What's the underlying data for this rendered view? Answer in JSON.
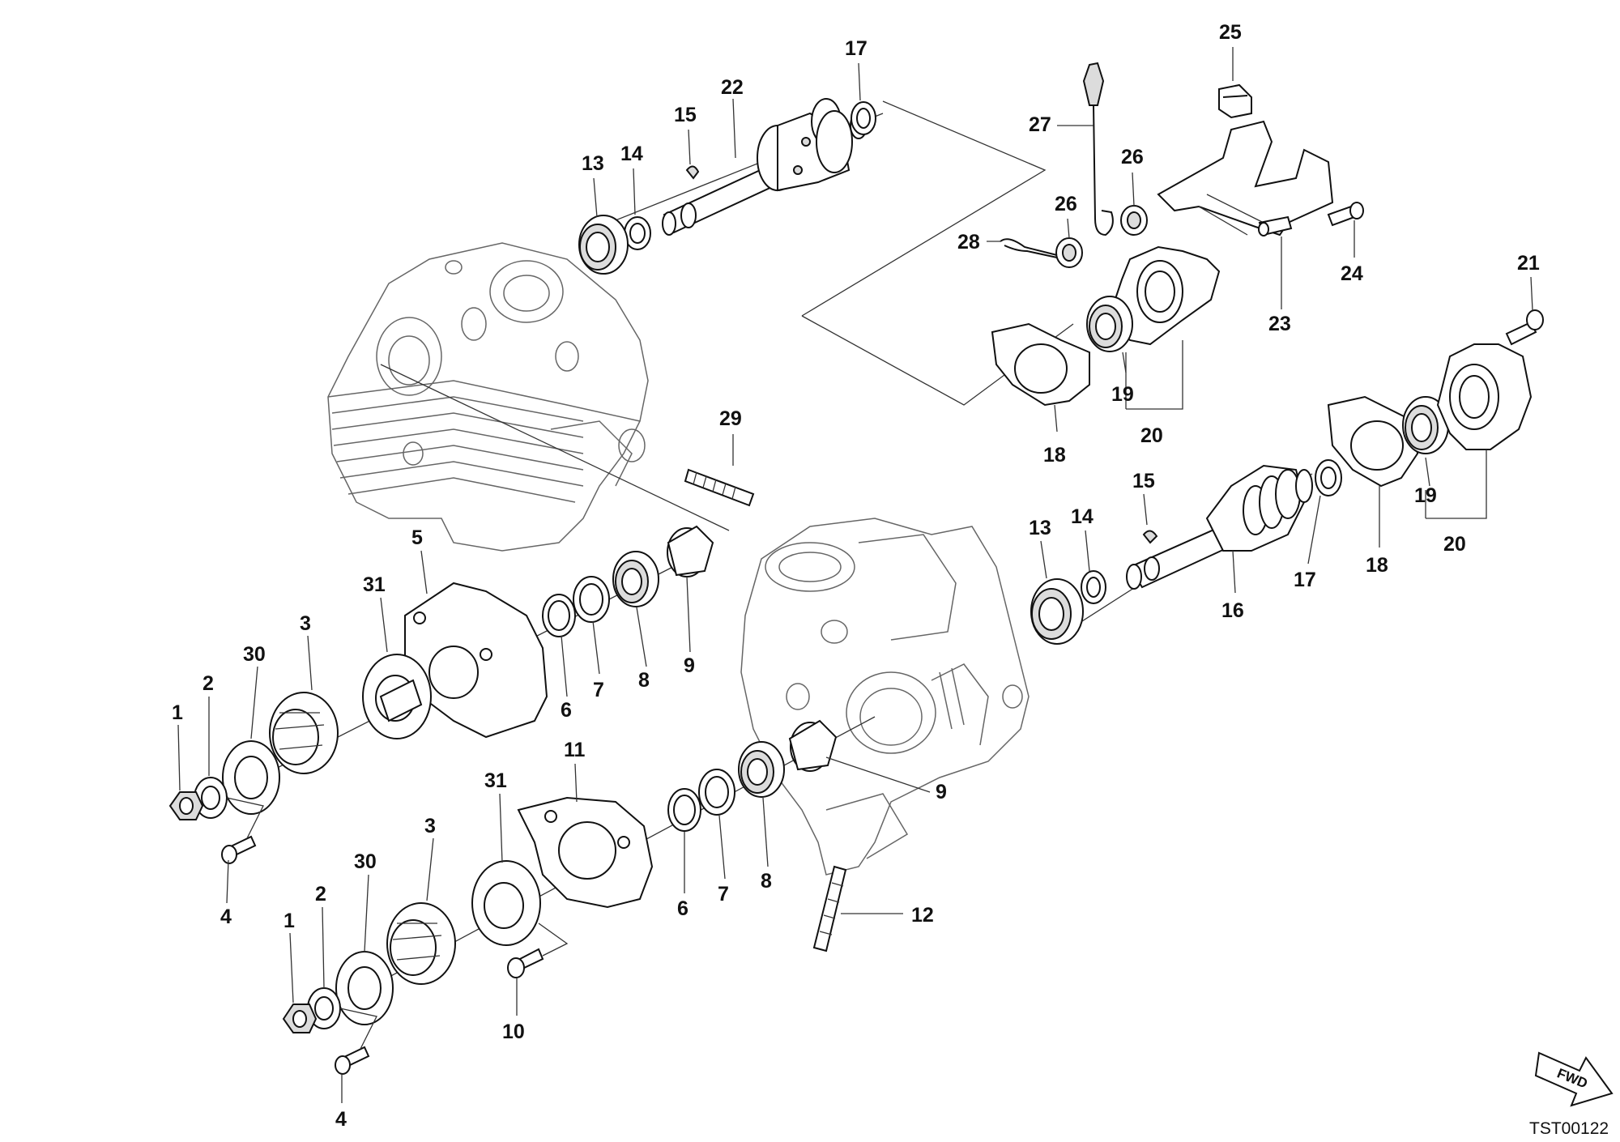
{
  "document_id": "TST00122",
  "fwd_label": "FWD",
  "callouts": [
    {
      "id": "c17-top",
      "label": "17"
    },
    {
      "id": "c22",
      "label": "22"
    },
    {
      "id": "c15-top",
      "label": "15"
    },
    {
      "id": "c14-top",
      "label": "14"
    },
    {
      "id": "c13-top",
      "label": "13"
    },
    {
      "id": "c25",
      "label": "25"
    },
    {
      "id": "c27",
      "label": "27"
    },
    {
      "id": "c26-a",
      "label": "26"
    },
    {
      "id": "c26-b",
      "label": "26"
    },
    {
      "id": "c28",
      "label": "28"
    },
    {
      "id": "c24",
      "label": "24"
    },
    {
      "id": "c23",
      "label": "23"
    },
    {
      "id": "c21",
      "label": "21"
    },
    {
      "id": "c19-top",
      "label": "19"
    },
    {
      "id": "c20-top",
      "label": "20"
    },
    {
      "id": "c18-top",
      "label": "18"
    },
    {
      "id": "c29",
      "label": "29"
    },
    {
      "id": "c15-mid",
      "label": "15"
    },
    {
      "id": "c14-mid",
      "label": "14"
    },
    {
      "id": "c13-mid",
      "label": "13"
    },
    {
      "id": "c16",
      "label": "16"
    },
    {
      "id": "c17-mid",
      "label": "17"
    },
    {
      "id": "c18-mid",
      "label": "18"
    },
    {
      "id": "c19-mid",
      "label": "19"
    },
    {
      "id": "c20-mid",
      "label": "20"
    },
    {
      "id": "c5",
      "label": "5"
    },
    {
      "id": "c31-upper",
      "label": "31"
    },
    {
      "id": "c3-upper",
      "label": "3"
    },
    {
      "id": "c30-upper",
      "label": "30"
    },
    {
      "id": "c2-upper",
      "label": "2"
    },
    {
      "id": "c1-upper",
      "label": "1"
    },
    {
      "id": "c4-upper",
      "label": "4"
    },
    {
      "id": "c6-upper",
      "label": "6"
    },
    {
      "id": "c7-upper",
      "label": "7"
    },
    {
      "id": "c8-upper",
      "label": "8"
    },
    {
      "id": "c9-upper",
      "label": "9"
    },
    {
      "id": "c11",
      "label": "11"
    },
    {
      "id": "c31-lower",
      "label": "31"
    },
    {
      "id": "c3-lower",
      "label": "3"
    },
    {
      "id": "c30-lower",
      "label": "30"
    },
    {
      "id": "c2-lower",
      "label": "2"
    },
    {
      "id": "c1-lower",
      "label": "1"
    },
    {
      "id": "c4-lower",
      "label": "4"
    },
    {
      "id": "c10",
      "label": "10"
    },
    {
      "id": "c6-lower",
      "label": "6"
    },
    {
      "id": "c7-lower",
      "label": "7"
    },
    {
      "id": "c8-lower",
      "label": "8"
    },
    {
      "id": "c9-lower",
      "label": "9"
    },
    {
      "id": "c12",
      "label": "12"
    }
  ]
}
